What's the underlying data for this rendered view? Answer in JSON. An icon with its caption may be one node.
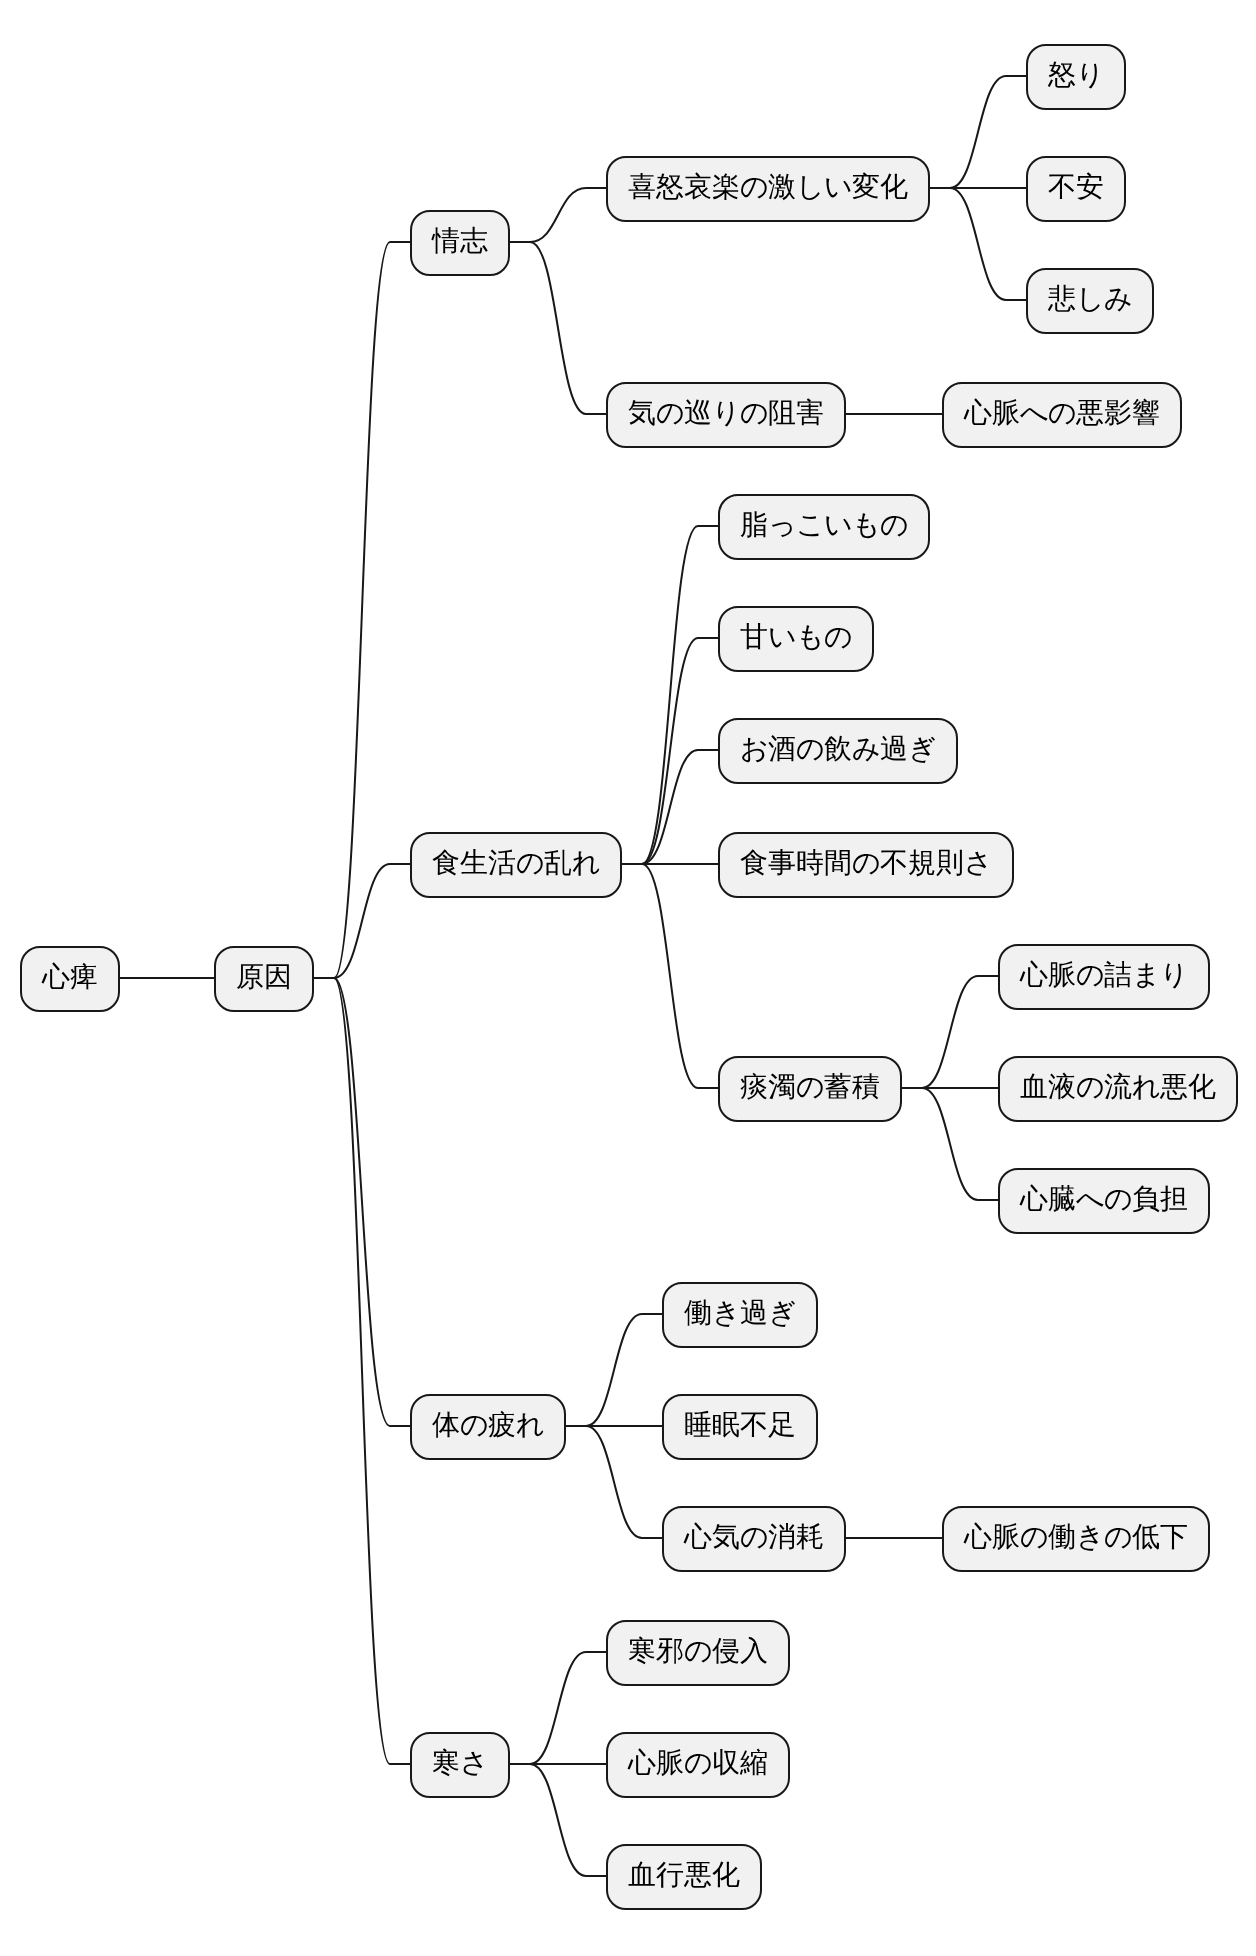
{
  "diagram": {
    "nodes": [
      {
        "text": [
          "心痺"
        ]
      },
      {
        "text": [
          "原因"
        ]
      },
      {
        "text": [
          "情志"
        ]
      },
      {
        "text": [
          "喜怒哀楽の激しい変化"
        ]
      },
      {
        "text": [
          "怒り"
        ]
      },
      {
        "text": [
          "不安"
        ]
      },
      {
        "text": [
          "悲しみ"
        ]
      },
      {
        "text": [
          "気の巡りの阻害"
        ]
      },
      {
        "text": [
          "心脈への悪影響"
        ]
      },
      {
        "text": [
          "食生活の乱れ"
        ]
      },
      {
        "text": [
          "脂っこいもの"
        ]
      },
      {
        "text": [
          "甘いもの"
        ]
      },
      {
        "text": [
          "お酒の飲み過ぎ"
        ]
      },
      {
        "text": [
          "食事時間の不規則さ"
        ]
      },
      {
        "text": [
          "痰濁の蓄積"
        ]
      },
      {
        "text": [
          "心脈の詰まり"
        ]
      },
      {
        "text": [
          "血液の流れ悪化"
        ]
      },
      {
        "text": [
          "心臓への負担"
        ]
      },
      {
        "text": [
          "体の疲れ"
        ]
      },
      {
        "text": [
          "働き過ぎ"
        ]
      },
      {
        "text": [
          "睡眠不足"
        ]
      },
      {
        "text": [
          "心気の消耗"
        ]
      },
      {
        "text": [
          "心脈の働きの低下"
        ]
      },
      {
        "text": [
          "寒さ"
        ]
      },
      {
        "text": [
          "寒邪の侵入"
        ]
      },
      {
        "text": [
          "心脈の収縮"
        ]
      },
      {
        "text": [
          "血行悪化"
        ]
      }
    ],
    "edges": [
      {
        "from": 0,
        "to": 1,
        "arrow": "none"
      },
      {
        "from": 1,
        "to": 2,
        "arrow": "none"
      },
      {
        "from": 2,
        "to": 3,
        "arrow": "none"
      },
      {
        "from": 3,
        "to": 4,
        "arrow": "none"
      },
      {
        "from": 3,
        "to": 5,
        "arrow": "none"
      },
      {
        "from": 3,
        "to": 6,
        "arrow": "none"
      },
      {
        "from": 2,
        "to": 7,
        "arrow": "none"
      },
      {
        "from": 7,
        "to": 8,
        "arrow": "none"
      },
      {
        "from": 1,
        "to": 9,
        "arrow": "none"
      },
      {
        "from": 9,
        "to": 10,
        "arrow": "none"
      },
      {
        "from": 9,
        "to": 11,
        "arrow": "none"
      },
      {
        "from": 9,
        "to": 12,
        "arrow": "none"
      },
      {
        "from": 9,
        "to": 13,
        "arrow": "none"
      },
      {
        "from": 9,
        "to": 14,
        "arrow": "none"
      },
      {
        "from": 14,
        "to": 15,
        "arrow": "none"
      },
      {
        "from": 14,
        "to": 16,
        "arrow": "none"
      },
      {
        "from": 14,
        "to": 17,
        "arrow": "none"
      },
      {
        "from": 1,
        "to": 18,
        "arrow": "none"
      },
      {
        "from": 18,
        "to": 19,
        "arrow": "none"
      },
      {
        "from": 18,
        "to": 20,
        "arrow": "none"
      },
      {
        "from": 18,
        "to": 21,
        "arrow": "none"
      },
      {
        "from": 21,
        "to": 22,
        "arrow": "none"
      },
      {
        "from": 1,
        "to": 23,
        "arrow": "none"
      },
      {
        "from": 23,
        "to": 24,
        "arrow": "none"
      },
      {
        "from": 23,
        "to": 25,
        "arrow": "none"
      },
      {
        "from": 23,
        "to": 26,
        "arrow": "none"
      }
    ]
  }
}
